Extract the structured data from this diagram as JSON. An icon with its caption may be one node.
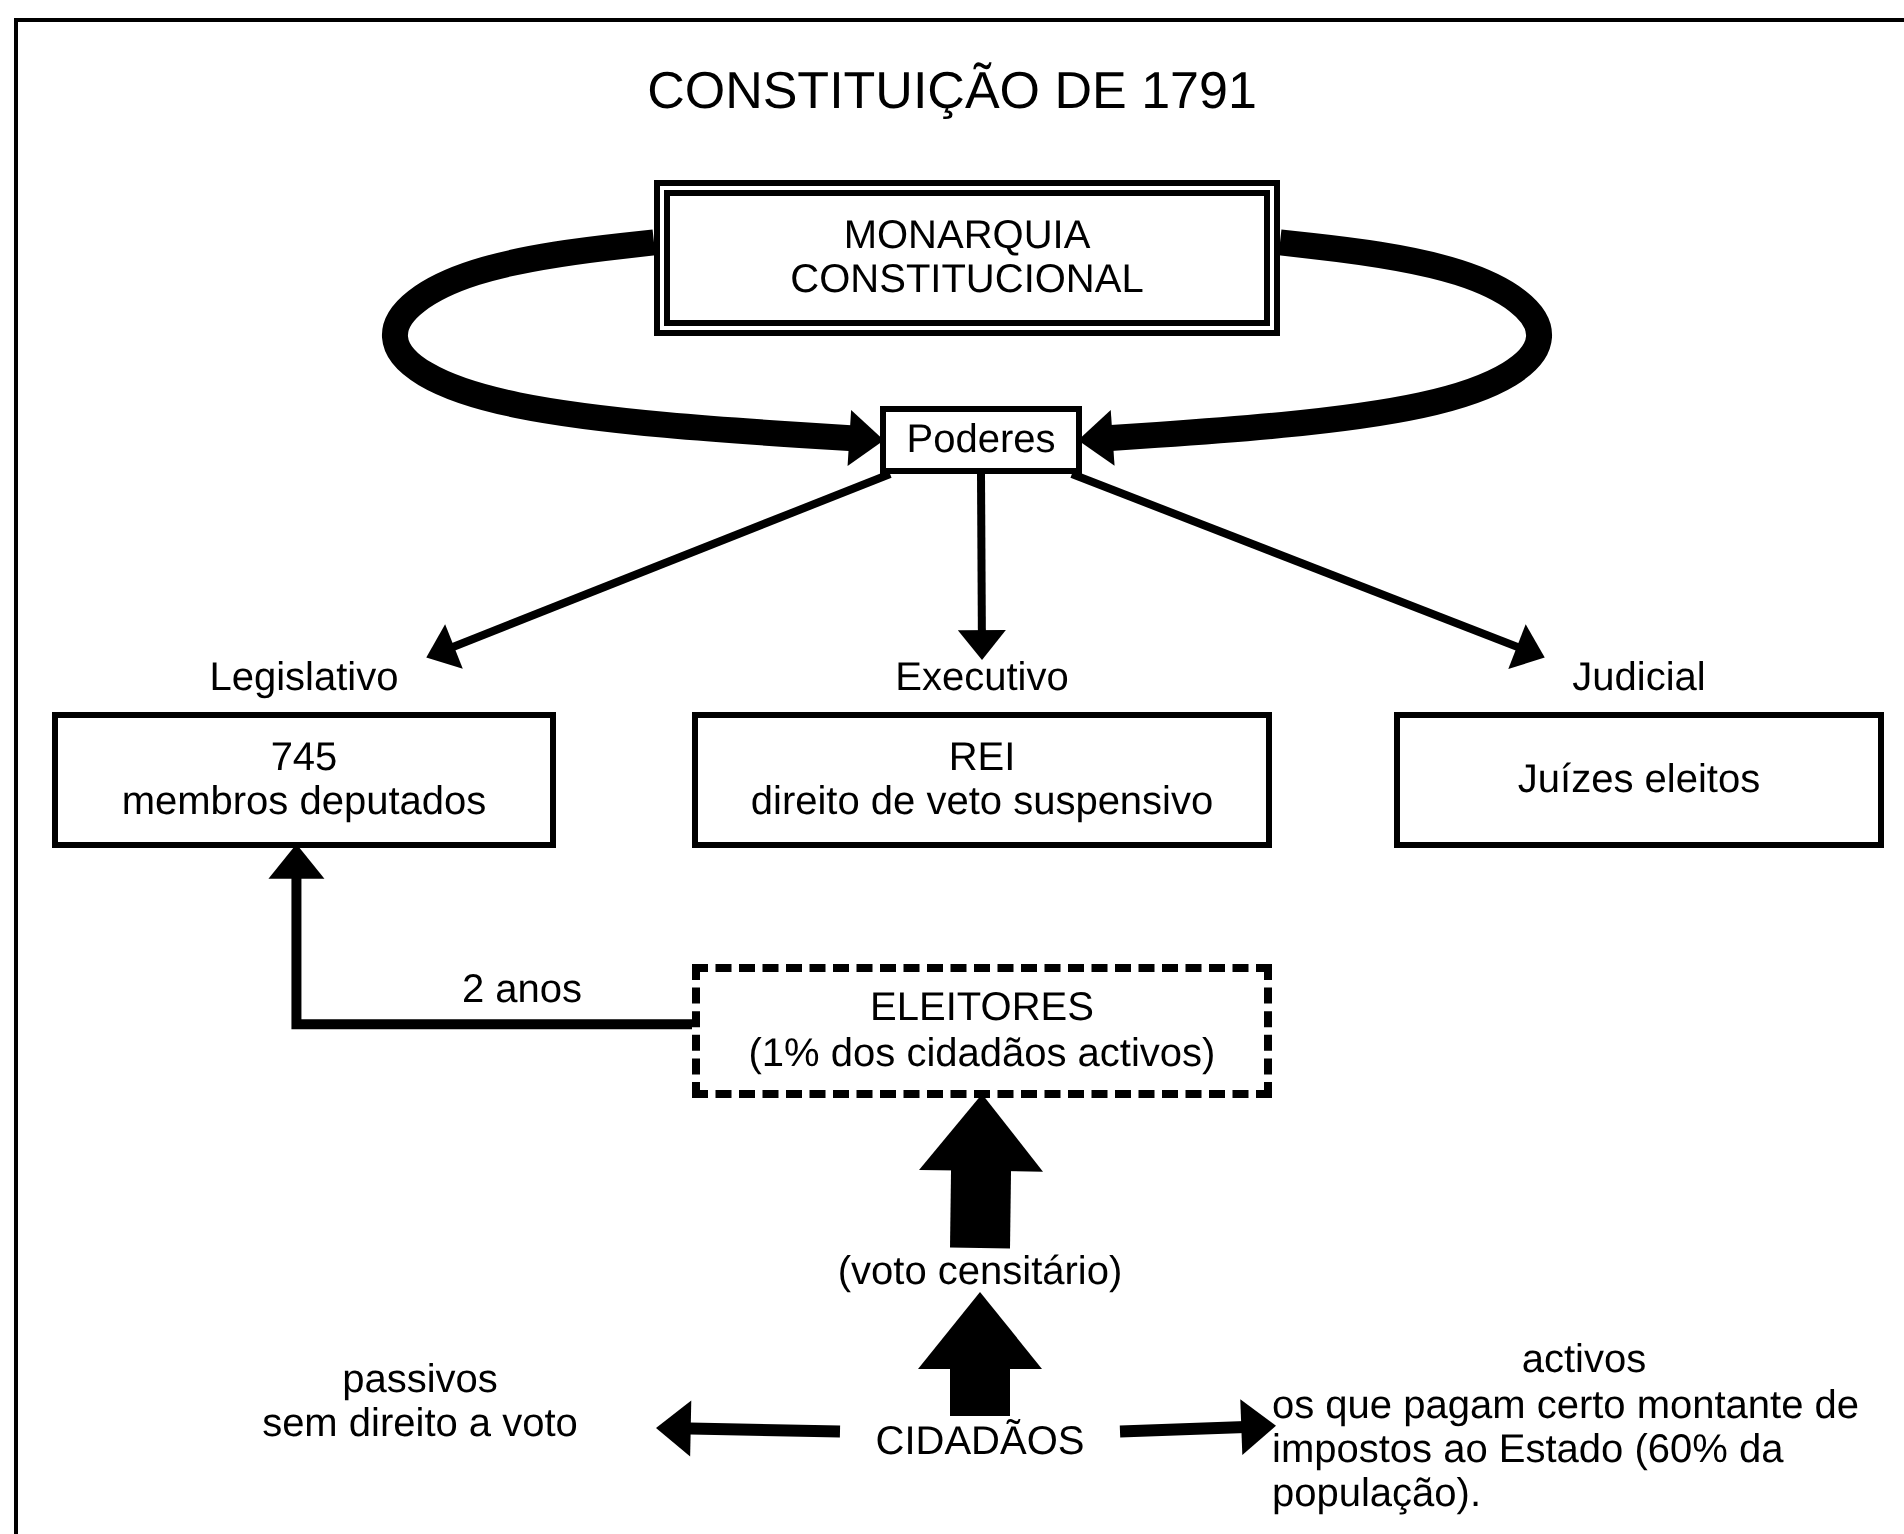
{
  "diagram": {
    "title": "CONSTITUIÇÃO DE 1791",
    "nodes": [
      {
        "text": [
          "MONARQUIA CONSTITUCIONAL"
        ]
      },
      {
        "text": [
          "Poderes"
        ]
      },
      {
        "text": [
          "Legislativo",
          "745",
          "membros deputados"
        ]
      },
      {
        "text": [
          "Executivo",
          "REI",
          "direito de veto suspensivo"
        ]
      },
      {
        "text": [
          "Judicial",
          "Juízes eleitos"
        ]
      },
      {
        "text": [
          "ELEITORES",
          "(1% dos cidadãos activos)"
        ]
      },
      {
        "text": [
          "(voto censitário)"
        ]
      },
      {
        "text": [
          "passivos",
          "sem direito a voto"
        ]
      },
      {
        "text": [
          "CIDADÃOS"
        ]
      },
      {
        "text": [
          "activos",
          "os que pagam certo montante de impostos ao Estado (60% da população)."
        ]
      }
    ],
    "edges": [
      {
        "from": 0,
        "to": 1,
        "arrow": "to",
        "style": "thick"
      },
      {
        "from": 0,
        "to": 1,
        "arrow": "to",
        "style": "thick"
      },
      {
        "from": 1,
        "to": 2,
        "arrow": "to"
      },
      {
        "from": 1,
        "to": 3,
        "arrow": "to"
      },
      {
        "from": 1,
        "to": 4,
        "arrow": "to"
      },
      {
        "from": 5,
        "to": 2,
        "arrow": "to",
        "label": "2 anos"
      },
      {
        "from": 8,
        "to": 6,
        "arrow": "to",
        "style": "thick"
      },
      {
        "from": 6,
        "to": 5,
        "arrow": "to",
        "style": "thick"
      },
      {
        "from": 8,
        "to": 7,
        "arrow": "to"
      },
      {
        "from": 8,
        "to": 9,
        "arrow": "to"
      }
    ]
  }
}
